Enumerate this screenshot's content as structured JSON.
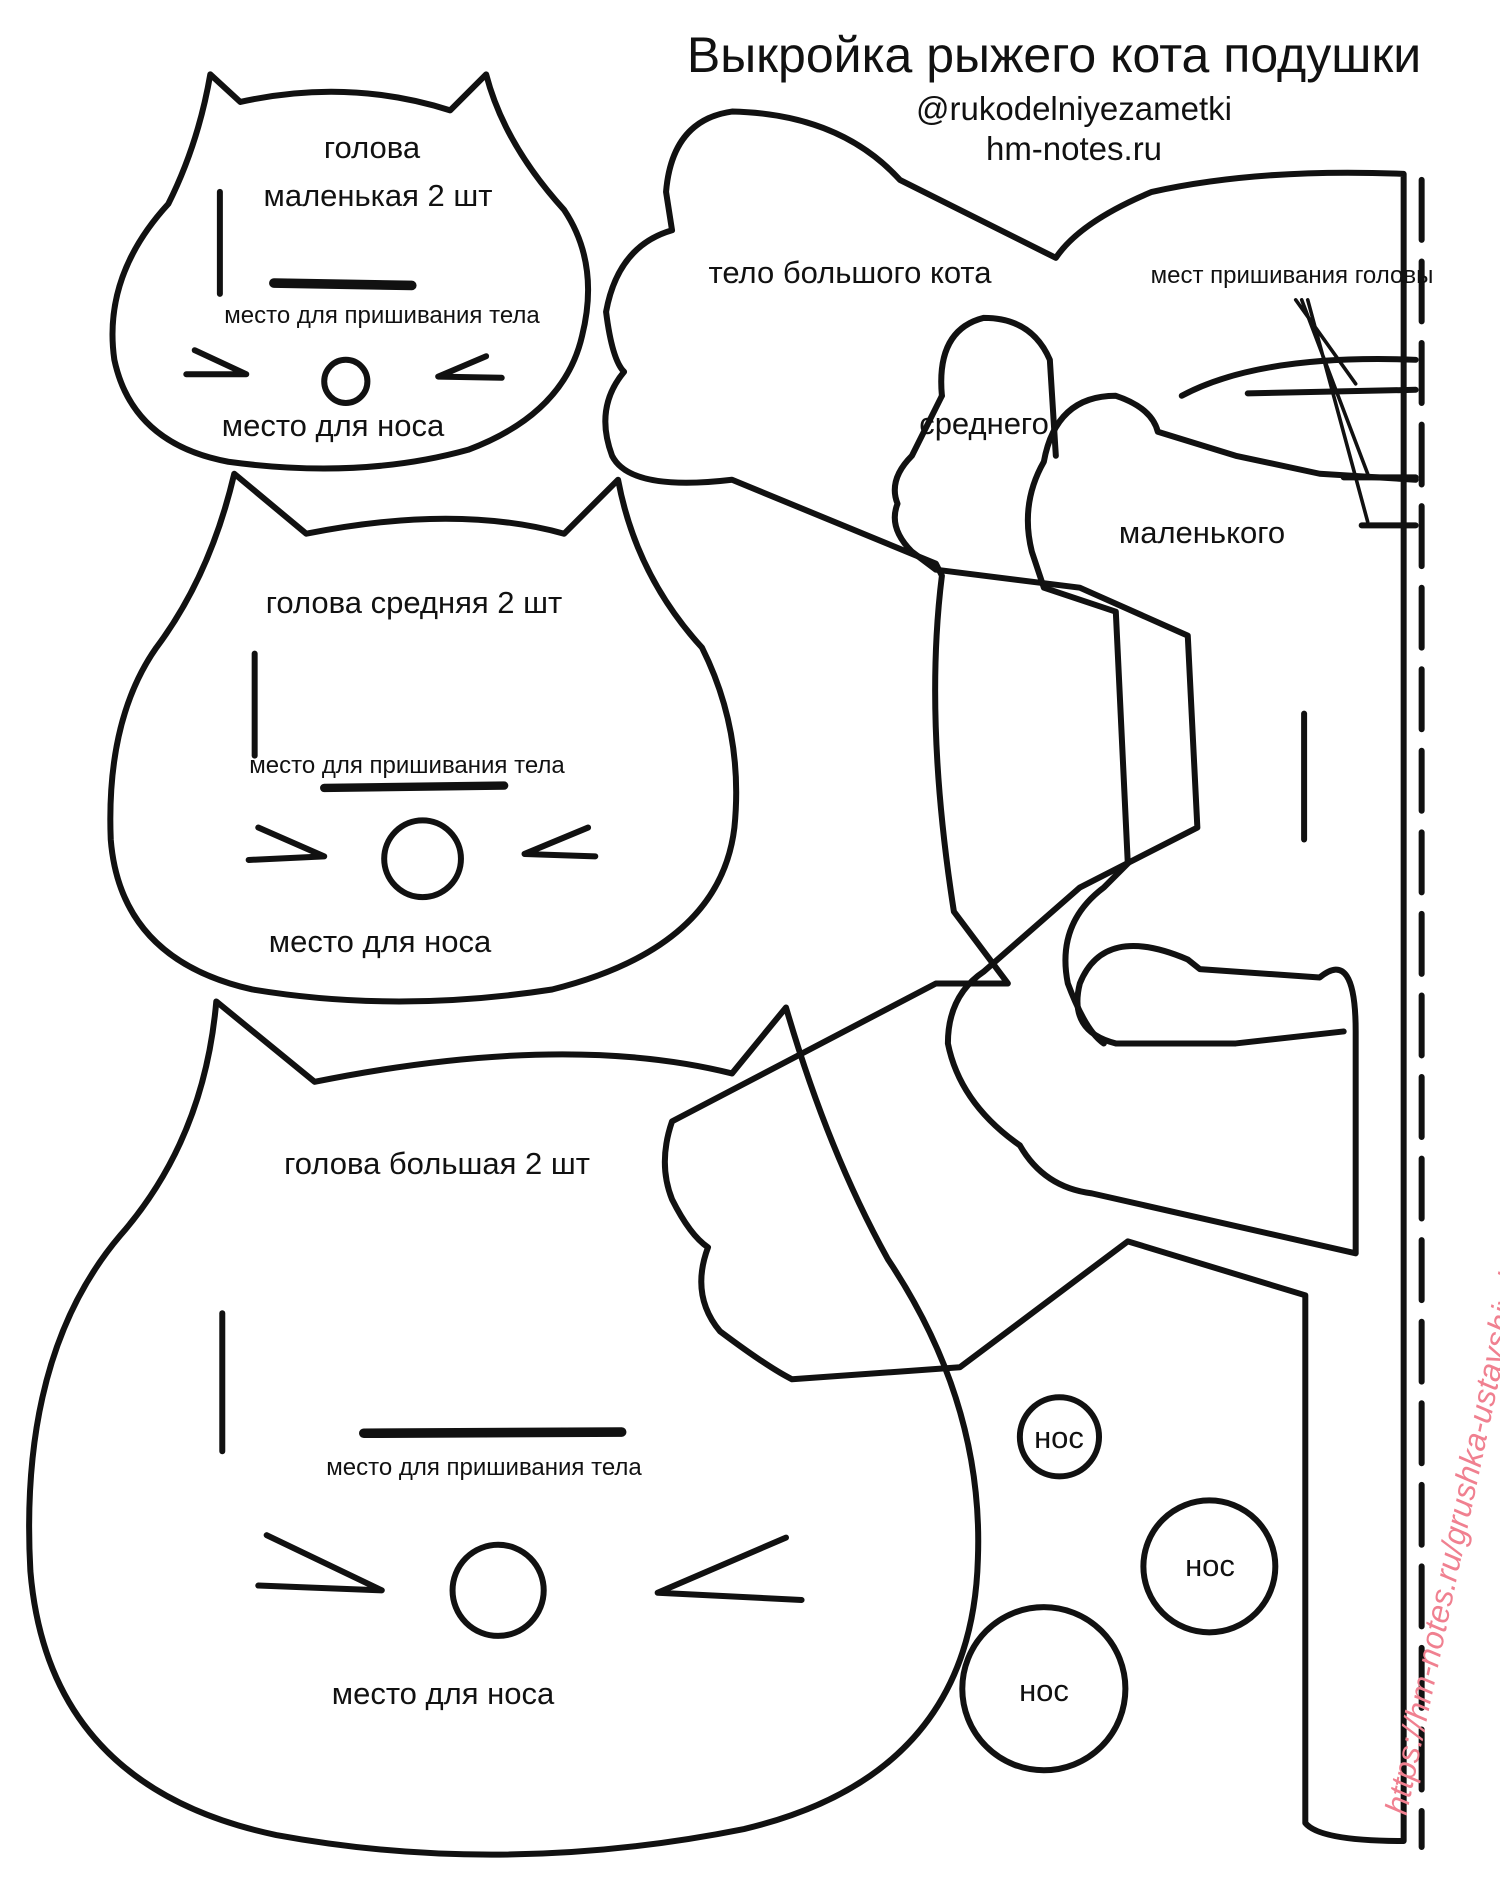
{
  "header": {
    "title": "Выкройка рыжего кота подушки",
    "handle": "@rukodelniyezametki",
    "site": "hm-notes.ru"
  },
  "small_head": {
    "label_1": "голова",
    "label_2": "маленькая 2 шт",
    "body_mark": "место для пришивания тела",
    "nose_mark": "место для носа"
  },
  "medium_head": {
    "label": "голова средняя 2 шт",
    "body_mark": "место для пришивания тела",
    "nose_mark": "место для носа"
  },
  "large_head": {
    "label": "голова большая 2 шт",
    "body_mark": "место для пришивания тела",
    "nose_mark": "место для носа"
  },
  "body": {
    "label_big": "тело  большого кота",
    "head_mark": "мест пришивания головы",
    "label_medium": "среднего",
    "label_small": "маленького"
  },
  "noses": [
    "нос",
    "нос",
    "нос"
  ],
  "watermark": "https://hm-notes.ru/grushka-ustavshiy-kotik/",
  "colors": {
    "line": "#111111",
    "watermark": "#f08090"
  }
}
